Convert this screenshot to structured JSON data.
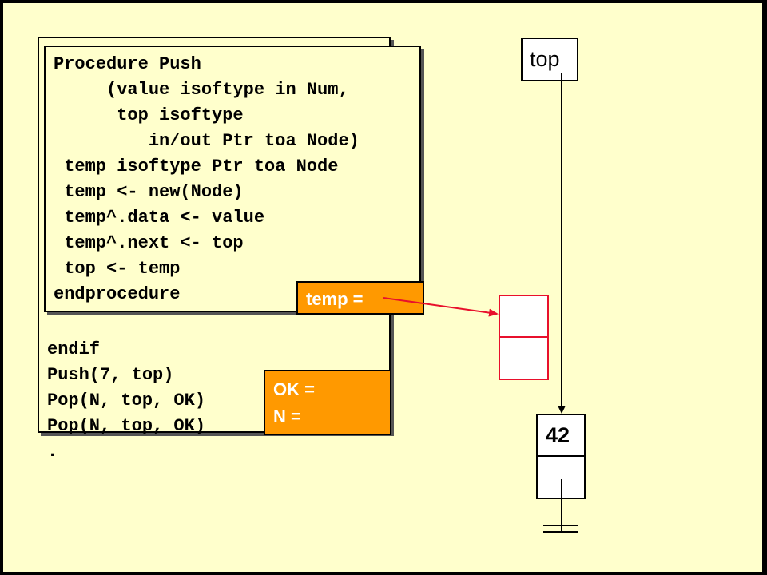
{
  "back_code": {
    "lines": [
      "endif",
      "Push(7, top)",
      "Pop(N, top, OK)",
      "Pop(N, top, OK)",
      "."
    ]
  },
  "procedure": {
    "lines": [
      {
        "text": "Procedure Push",
        "highlight": false
      },
      {
        "text": "     (value isoftype in Num,",
        "highlight": false
      },
      {
        "text": "      top isoftype",
        "highlight": false
      },
      {
        "text": "         in/out Ptr toa Node)",
        "highlight": false
      },
      {
        "text": " temp isoftype Ptr toa Node",
        "highlight": false
      },
      {
        "text": " temp <- new(Node)",
        "highlight": true
      },
      {
        "text": " temp^.data <- value",
        "highlight": false
      },
      {
        "text": " temp^.next <- top",
        "highlight": false
      },
      {
        "text": " top <- temp",
        "highlight": false
      },
      {
        "text": "endprocedure",
        "highlight": false
      }
    ]
  },
  "temp_box": {
    "label": "temp ="
  },
  "ok_box": {
    "ok_label": "OK =",
    "n_label": "N ="
  },
  "top_box": {
    "label": "top"
  },
  "node_42": {
    "data": "42"
  },
  "colors": {
    "background": "#ffffcc",
    "highlight": "#e8102c",
    "variable_box": "#ff9900",
    "new_node_border": "#e8102c"
  }
}
